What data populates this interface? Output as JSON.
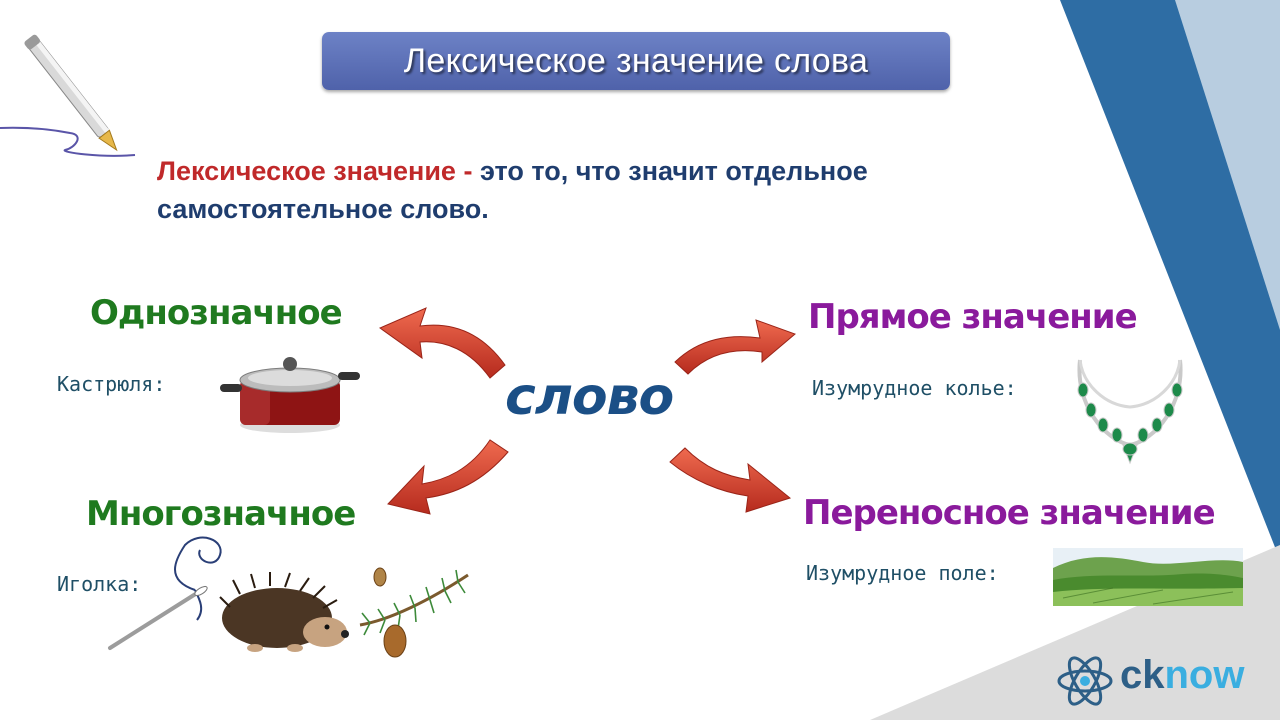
{
  "title": "Лексическое значение слова",
  "definition": {
    "term": "Лексическое значение",
    "dash": " - ",
    "text": "это то, что значит отдельное самостоятельное слово."
  },
  "center_word": "слово",
  "left": {
    "single": {
      "heading": "Однозначное",
      "example_label": "Кастрюля:",
      "image_icon": "saucepan-icon"
    },
    "multi": {
      "heading": "Многозначное",
      "example_label": "Иголка:",
      "image_icons": [
        "needle-icon",
        "hedgehog-icon",
        "pine-branch-icon"
      ]
    }
  },
  "right": {
    "direct": {
      "heading": "Прямое значение",
      "example_label": "Изумрудное колье:",
      "image_icon": "emerald-necklace-icon"
    },
    "figurative": {
      "heading": "Переносное значение",
      "example_label": "Изумрудное поле:",
      "image_icon": "green-field-icon"
    }
  },
  "logo": {
    "part1": "ck",
    "part2": "now"
  },
  "colors": {
    "title_bg": "#5b6fb8",
    "term_red": "#c0292a",
    "text_blue": "#1f3d6e",
    "green": "#1f7a1f",
    "purple": "#8a1a9c",
    "arrow_red": "#d9432f",
    "corner_dark_blue": "#2e6da4",
    "corner_light_blue": "#b8cde0"
  }
}
